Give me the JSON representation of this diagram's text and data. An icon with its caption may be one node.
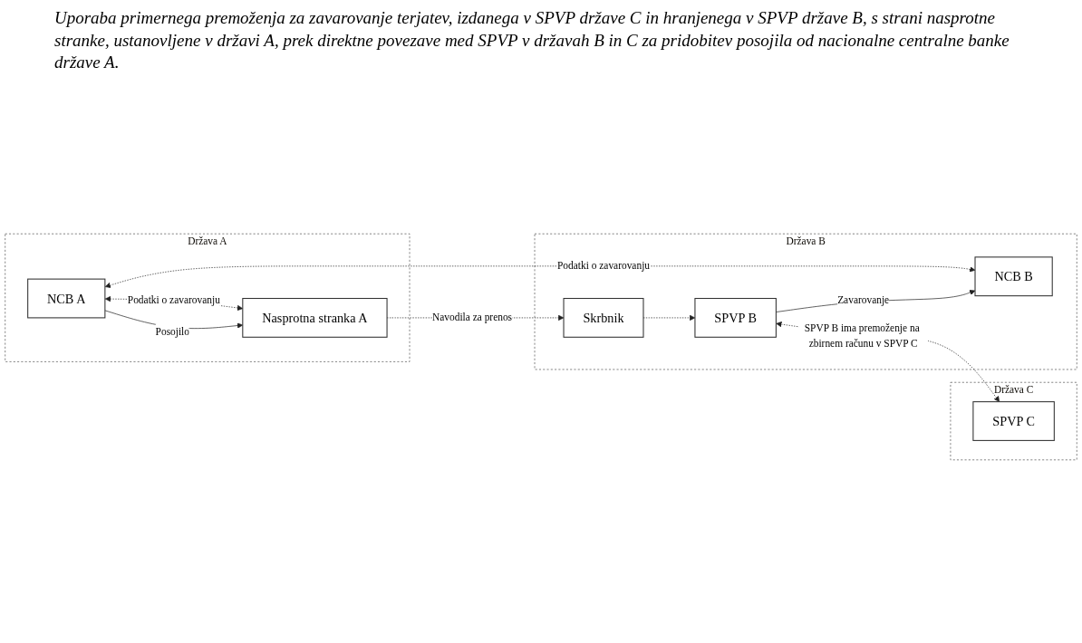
{
  "diagram": {
    "title": "Uporaba primernega premoženja za zavarovanje terjatev, izdanega v SPVP države C in hranjenega v SPVP države B, s strani  nasprotne stranke, ustanovljene v državi A, prek direktne povezave med SPVP v državah B in C za pridobitev posojila od nacionalne centralne banke države A.",
    "nodes": [
      {
        "text": [
          "Država A"
        ]
      },
      {
        "text": [
          "NCB A"
        ],
        "in": 0
      },
      {
        "text": [
          "Nasprotna stranka A"
        ],
        "in": 0
      },
      {
        "text": [
          "Država B"
        ]
      },
      {
        "text": [
          "NCB B"
        ],
        "in": 3
      },
      {
        "text": [
          "SPVP B"
        ],
        "in": 3
      },
      {
        "text": [
          "Skrbnik"
        ],
        "in": 3
      },
      {
        "text": [
          "Država C"
        ]
      },
      {
        "text": [
          "SPVP C"
        ],
        "in": 7
      }
    ],
    "edges": [
      {
        "from": 1,
        "to": 4,
        "arrow": "both",
        "label": "Podatki o zavarovanju",
        "style": "dashed"
      },
      {
        "from": 1,
        "to": 2,
        "arrow": "both",
        "label": "Podatki o zavarovanju",
        "style": "dashed"
      },
      {
        "from": 1,
        "to": 2,
        "arrow": "to",
        "label": "Posojilo"
      },
      {
        "from": 5,
        "to": 4,
        "arrow": "to",
        "label": "Zavarovanje"
      },
      {
        "from": 6,
        "to": 5,
        "arrow": "to",
        "style": "dashed"
      },
      {
        "from": 5,
        "to": 8,
        "arrow": "both",
        "label": "SPVP B ima premoženje na zbirnem računu v SPVP C",
        "style": "dashed"
      },
      {
        "from": 2,
        "to": 6,
        "arrow": "to",
        "label": "Navodila za prenos",
        "style": "dashed"
      }
    ]
  }
}
